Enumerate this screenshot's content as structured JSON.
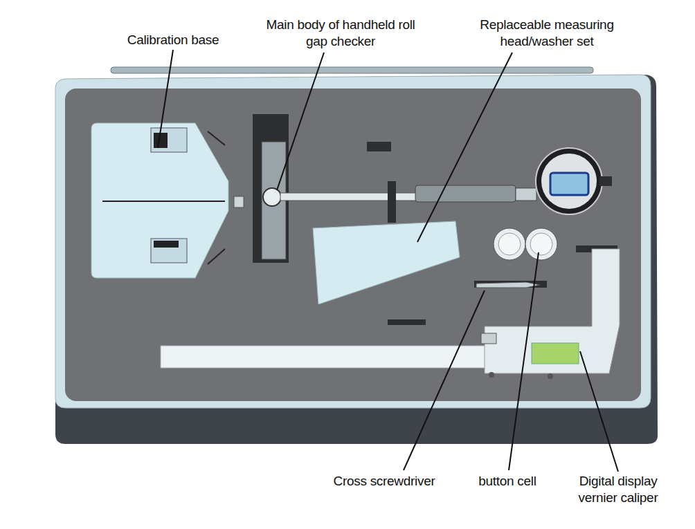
{
  "diagram": {
    "labels": [
      "Calibration base",
      "Main body of handheld roll gap checker",
      "Replaceable measuring head/washer set",
      "Cross screwdriver",
      "button cell",
      "Digital display vernier caliper"
    ]
  }
}
